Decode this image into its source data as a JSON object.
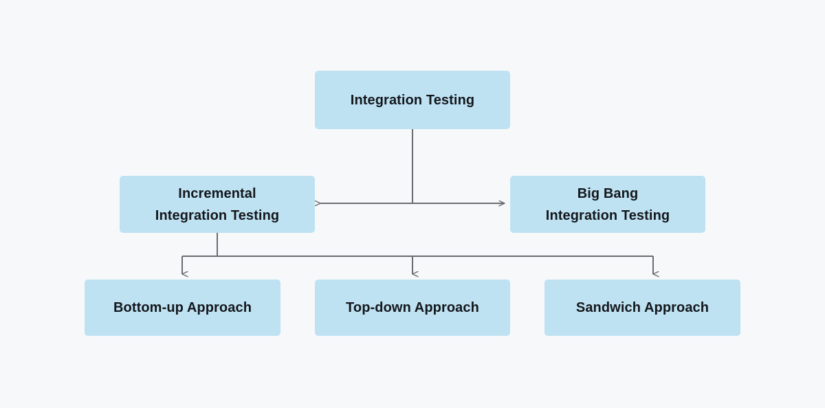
{
  "diagram": {
    "title": "Integration Testing approaches hierarchy",
    "background_color": "#f6f8fa",
    "node_fill_color": "#bee2f2",
    "node_text_color": "#14171c",
    "connector_color": "#6b6b70",
    "nodes": {
      "root": {
        "label": "Integration Testing"
      },
      "incremental": {
        "label": "Incremental\nIntegration Testing"
      },
      "bigbang": {
        "label": "Big Bang\nIntegration Testing"
      },
      "bottomup": {
        "label": "Bottom-up Approach"
      },
      "topdown": {
        "label": "Top-down Approach"
      },
      "sandwich": {
        "label": "Sandwich Approach"
      }
    },
    "edges": [
      {
        "from": "root",
        "to": "incremental",
        "arrow": "single"
      },
      {
        "from": "root",
        "to": "bigbang",
        "arrow": "single"
      },
      {
        "from": "incremental",
        "to": "bottomup",
        "arrow": "single"
      },
      {
        "from": "incremental",
        "to": "topdown",
        "arrow": "single"
      },
      {
        "from": "incremental",
        "to": "sandwich",
        "arrow": "single"
      }
    ]
  }
}
